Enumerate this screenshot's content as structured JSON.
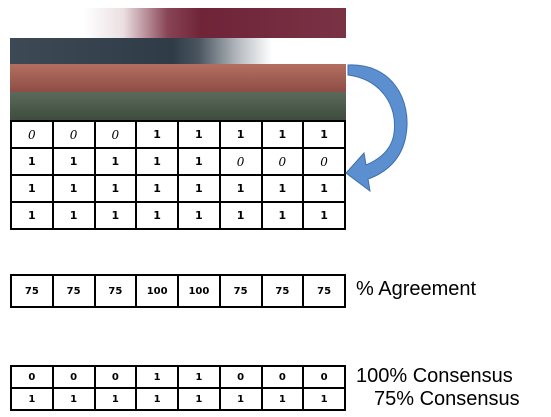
{
  "grid": {
    "rows": [
      [
        "0",
        "0",
        "0",
        "1",
        "1",
        "1",
        "1",
        "1"
      ],
      [
        "1",
        "1",
        "1",
        "1",
        "1",
        "0",
        "0",
        "0"
      ],
      [
        "1",
        "1",
        "1",
        "1",
        "1",
        "1",
        "1",
        "1"
      ],
      [
        "1",
        "1",
        "1",
        "1",
        "1",
        "1",
        "1",
        "1"
      ]
    ]
  },
  "agreement": {
    "values": [
      "75",
      "75",
      "75",
      "100",
      "100",
      "75",
      "75",
      "75"
    ],
    "label": "% Agreement"
  },
  "consensus": {
    "rows": [
      [
        "0",
        "0",
        "0",
        "1",
        "1",
        "0",
        "0",
        "0"
      ],
      [
        "1",
        "1",
        "1",
        "1",
        "1",
        "1",
        "1",
        "1"
      ]
    ],
    "labels": [
      "100% Consensus",
      "75% Consensus"
    ]
  },
  "colors": {
    "band_1": "#6f2438",
    "band_2": "#2f3c48",
    "band_3": "#a8645a",
    "band_4": "#4f5d4e",
    "arrow": "#5b8fd0"
  },
  "icons": {
    "curved_arrow": "curved-arrow-icon"
  }
}
